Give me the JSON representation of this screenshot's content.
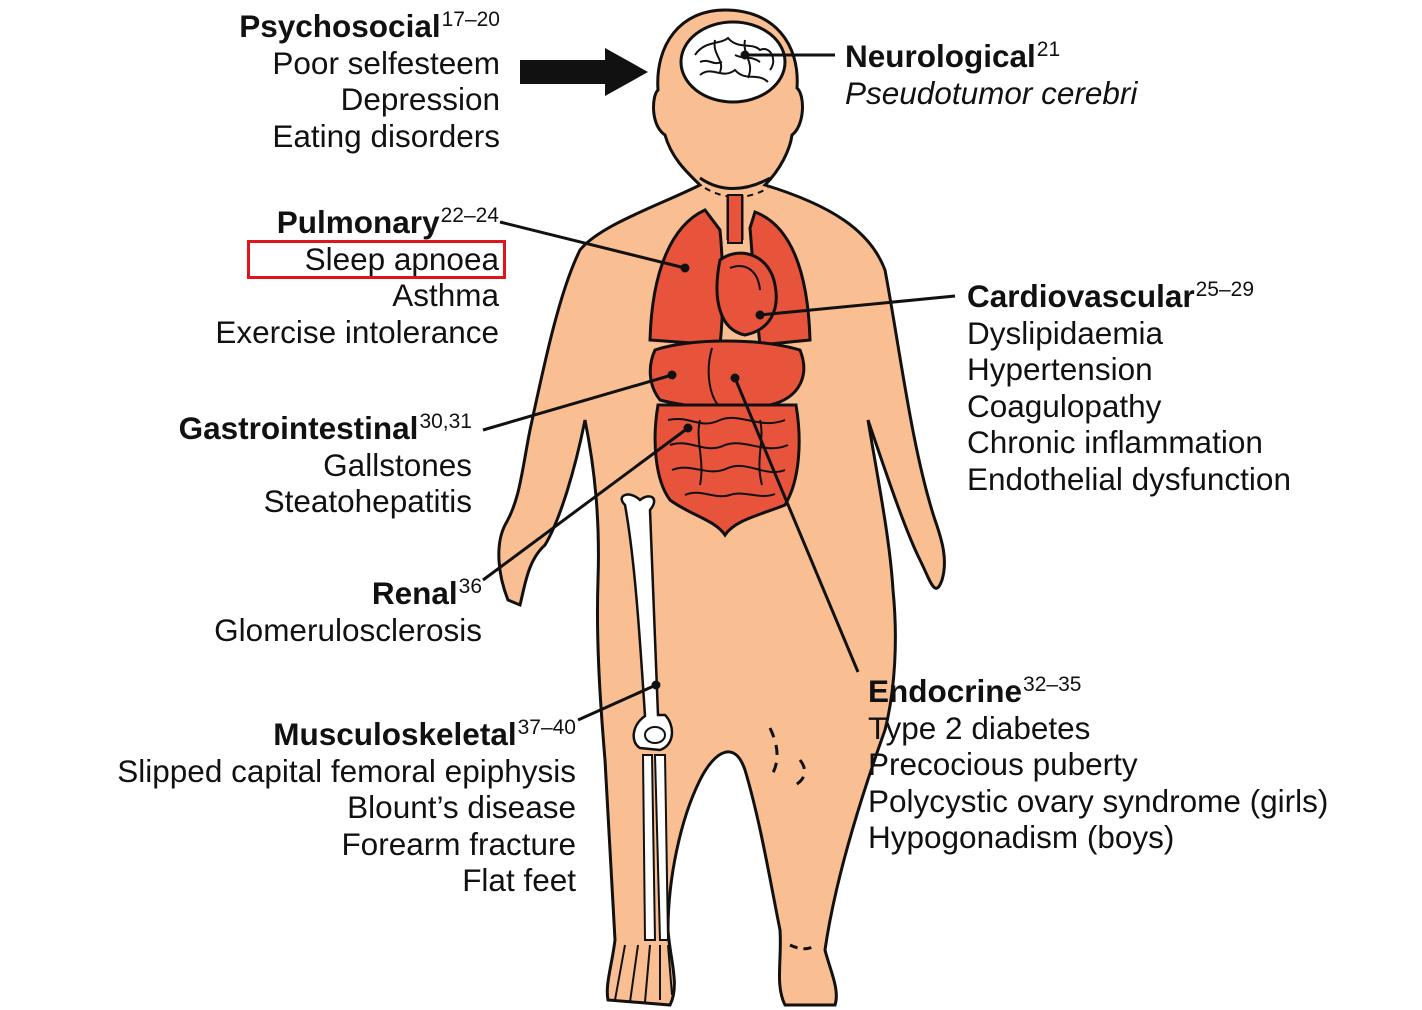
{
  "categories": {
    "psychosocial": {
      "heading": "Psychosocial",
      "refs": "17–20",
      "items": [
        "Poor selfesteem",
        "Depression",
        "Eating disorders"
      ]
    },
    "neurological": {
      "heading": "Neurological",
      "refs": "21",
      "items": [
        "Pseudotumor cerebri"
      ]
    },
    "pulmonary": {
      "heading": "Pulmonary",
      "refs": "22–24",
      "items": [
        "Sleep apnoea",
        "Asthma",
        "Exercise intolerance"
      ]
    },
    "cardiovascular": {
      "heading": "Cardiovascular",
      "refs": "25–29",
      "items": [
        "Dyslipidaemia",
        "Hypertension",
        "Coagulopathy",
        "Chronic inflammation",
        "Endothelial dysfunction"
      ]
    },
    "gastrointestinal": {
      "heading": "Gastrointestinal",
      "refs": "30,31",
      "items": [
        "Gallstones",
        "Steatohepatitis"
      ]
    },
    "renal": {
      "heading": "Renal",
      "refs": "36",
      "items": [
        "Glomerulosclerosis"
      ]
    },
    "endocrine": {
      "heading": "Endocrine",
      "refs": "32–35",
      "items": [
        "Type 2 diabetes",
        "Precocious puberty",
        "Polycystic ovary syndrome (girls)",
        "Hypogonadism (boys)"
      ]
    },
    "musculoskeletal": {
      "heading": "Musculoskeletal",
      "refs": "37–40",
      "items": [
        "Slipped capital femoral epiphysis",
        "Blount’s disease",
        "Forearm fracture",
        "Flat feet"
      ]
    }
  },
  "colors": {
    "skin": "#f9bf92",
    "organ": "#e8533c",
    "outline": "#111111",
    "highlight_box": "#e0141b"
  },
  "highlighted_item": "Sleep apnoea"
}
